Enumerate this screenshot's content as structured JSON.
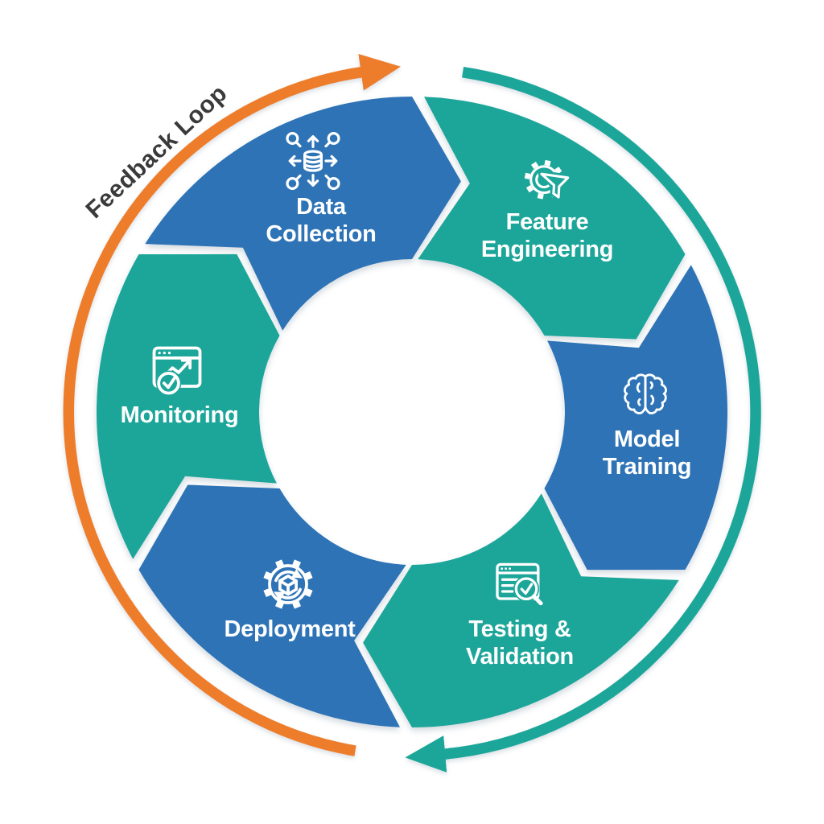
{
  "diagram": {
    "feedback_label": "Feedback Loop",
    "colors": {
      "blue": "#2d73b6",
      "teal": "#1ca69a",
      "orange": "#ee7d2b",
      "feedback_text": "#3a3a3a",
      "stage_text": "#ffffff",
      "background": "#ffffff"
    },
    "stages": [
      {
        "id": "data-collection",
        "lines": [
          "Data",
          "Collection"
        ],
        "color_key": "blue",
        "icon": "database-sync-icon"
      },
      {
        "id": "feature-engineering",
        "lines": [
          "Feature",
          "Engineering"
        ],
        "color_key": "teal",
        "icon": "gear-funnel-icon"
      },
      {
        "id": "model-training",
        "lines": [
          "Model",
          "Training"
        ],
        "color_key": "blue",
        "icon": "brain-icon"
      },
      {
        "id": "testing-validation",
        "lines": [
          "Testing &",
          "Validation"
        ],
        "color_key": "teal",
        "icon": "checklist-magnifier-icon"
      },
      {
        "id": "deployment",
        "lines": [
          "Deployment"
        ],
        "color_key": "blue",
        "icon": "gear-cube-icon"
      },
      {
        "id": "monitoring",
        "lines": [
          "Monitoring"
        ],
        "color_key": "teal",
        "icon": "chart-check-icon"
      }
    ],
    "arrows": [
      {
        "id": "feedback-arrow",
        "color_key": "orange",
        "direction": "clockwise",
        "side": "left"
      },
      {
        "id": "flow-arrow",
        "color_key": "teal",
        "direction": "clockwise",
        "side": "right"
      }
    ]
  }
}
